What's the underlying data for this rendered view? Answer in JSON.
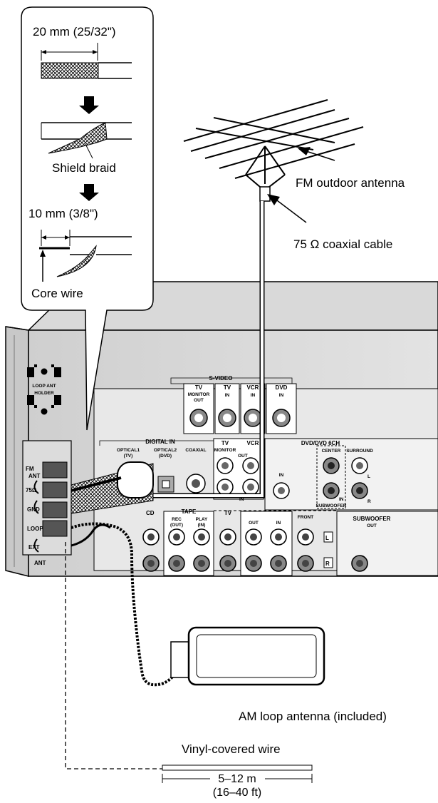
{
  "inset": {
    "step1_label": "20 mm (25/32\")",
    "shield_braid": "Shield braid",
    "step2_label": "10 mm (3/8\")",
    "core_wire": "Core wire"
  },
  "callouts": {
    "fm_outdoor_antenna": "FM outdoor antenna",
    "coaxial_cable": "75 Ω coaxial cable",
    "am_loop_antenna": "AM loop antenna (included)",
    "vinyl_wire": "Vinyl-covered wire",
    "length_m": "5–12 m",
    "length_ft": "(16–40 ft)"
  },
  "panel": {
    "loop_ant_holder": [
      "LOOP ANT",
      "HOLDER"
    ],
    "s_video": "S-VIDEO",
    "tv": "TV",
    "monitor_out": [
      "MONITOR",
      "OUT"
    ],
    "in": "IN",
    "vcr": "VCR",
    "dvd": "DVD",
    "digital_in": "DIGITAL IN",
    "optical1": [
      "OPTICAL1",
      "(TV)"
    ],
    "optical2": [
      "OPTICAL2",
      "(DVD)"
    ],
    "coaxial": "COAXIAL",
    "monitor": "MONITOR",
    "out": "OUT",
    "dvd_6ch": "DVD/DVD 6CH",
    "center": "CENTER",
    "surround": "SURROUND",
    "subwoofer": "SUBWOOFER",
    "front": "FRONT",
    "tape": "TAPE",
    "rec_out": [
      "REC",
      "(OUT)"
    ],
    "play_in": [
      "PLAY",
      "(IN)"
    ],
    "cd": "CD",
    "subwoofer_out": [
      "SUBWOOFER",
      "OUT"
    ],
    "l": "L",
    "r": "R",
    "fm_ant": [
      "FM",
      "ANT"
    ],
    "ohm75": "75Ω",
    "gnd": "GND",
    "loop": "LOOP",
    "ext_ant": [
      "EXT",
      "ANT"
    ]
  }
}
